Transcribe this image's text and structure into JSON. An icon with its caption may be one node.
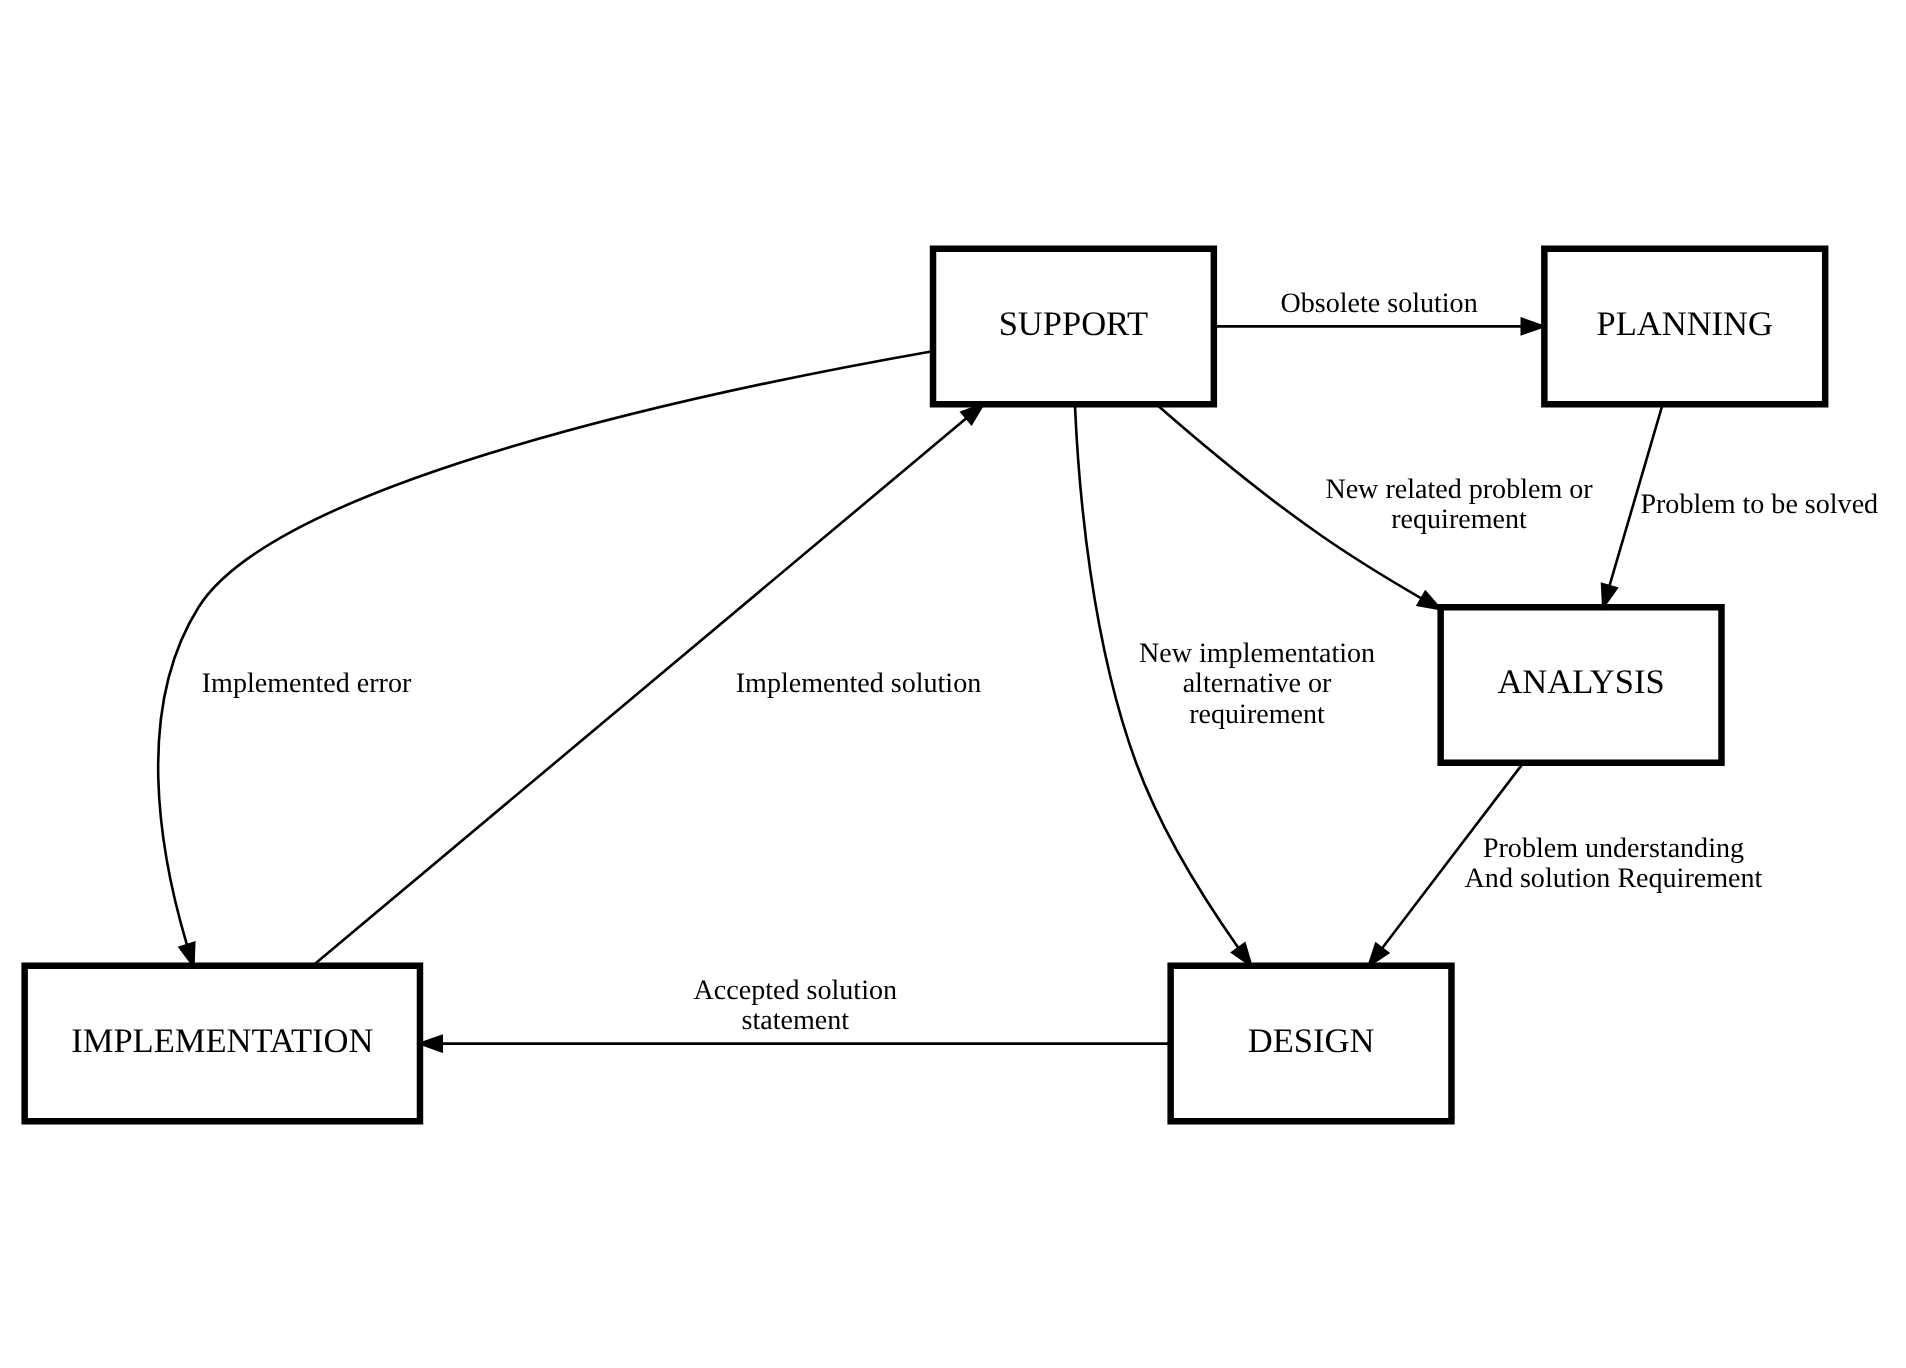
{
  "diagram": {
    "nodes": [
      {
        "text": [
          "PLANNING"
        ]
      },
      {
        "text": [
          "SUPPORT"
        ]
      },
      {
        "text": [
          "ANALYSIS"
        ]
      },
      {
        "text": [
          "IMPLEMENTATION"
        ]
      },
      {
        "text": [
          "DESIGN"
        ]
      }
    ],
    "edges": [
      {
        "from": 1,
        "to": 0,
        "arrow": "to",
        "label": "Obsolete solution"
      },
      {
        "from": 0,
        "to": 2,
        "arrow": "to",
        "label": "Problem to be solved"
      },
      {
        "from": 1,
        "to": 2,
        "arrow": "to",
        "label": "New related problem or requirement"
      },
      {
        "from": 1,
        "to": 4,
        "arrow": "to",
        "label": "New implementation alternative or requirement"
      },
      {
        "from": 1,
        "to": 3,
        "arrow": "to",
        "label": "Implemented error"
      },
      {
        "from": 2,
        "to": 4,
        "arrow": "to",
        "label": "Problem understanding And solution Requirement"
      },
      {
        "from": 4,
        "to": 3,
        "arrow": "to",
        "label": "Accepted solution statement"
      },
      {
        "from": 3,
        "to": 1,
        "arrow": "to",
        "label": "Implemented solution"
      }
    ]
  }
}
